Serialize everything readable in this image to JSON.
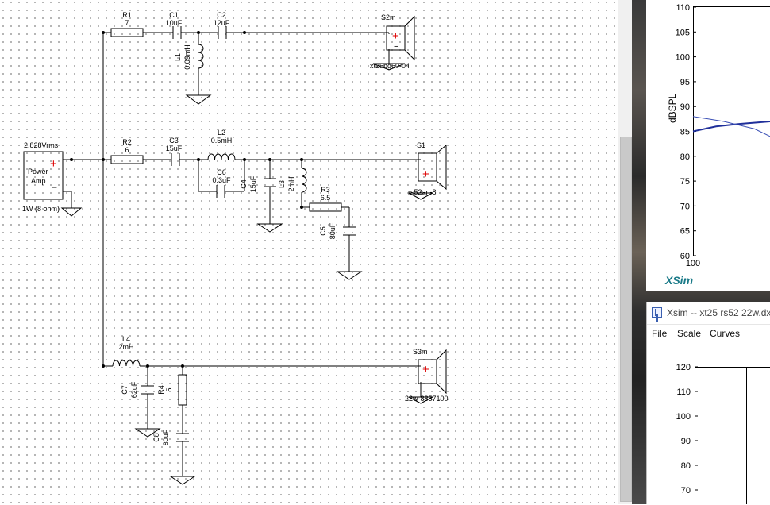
{
  "schematic": {
    "source": {
      "voltage": "2.828Vrms",
      "label_line1": "Power",
      "label_line2": "Amp.",
      "power_note": "1W (8 ohm)"
    },
    "branch_top": {
      "r1": {
        "name": "R1",
        "value": "7"
      },
      "c1": {
        "name": "C1",
        "value": "10uF"
      },
      "c2": {
        "name": "C2",
        "value": "12uF"
      },
      "l1": {
        "name": "L1",
        "value": "0.09mH"
      },
      "speaker": {
        "name": "S2m",
        "model": "xt25bg60-04"
      }
    },
    "branch_mid": {
      "r2": {
        "name": "R2",
        "value": "6"
      },
      "c3": {
        "name": "C3",
        "value": "15uF"
      },
      "l2": {
        "name": "L2",
        "value": "0.5mH"
      },
      "c6": {
        "name": "C6",
        "value": "0.3uF"
      },
      "c4": {
        "name": "C4",
        "value": "15uF"
      },
      "l3": {
        "name": "L3",
        "value": "2mH"
      },
      "r3": {
        "name": "R3",
        "value": "6.5"
      },
      "c5": {
        "name": "C5",
        "value": "80uF"
      },
      "speaker": {
        "name": "S1",
        "model": "rs52an-8"
      }
    },
    "branch_bottom": {
      "l4": {
        "name": "L4",
        "value": "2mH"
      },
      "c7": {
        "name": "C7",
        "value": "62uF"
      },
      "r4": {
        "name": "R4",
        "value": "5"
      },
      "c8": {
        "name": "C8",
        "value": "80uF"
      },
      "speaker": {
        "name": "S3m",
        "model": "22w-8857100"
      }
    },
    "polarity": {
      "plus": "+",
      "minus": "−"
    }
  },
  "graph1": {
    "ylabel": "dBSPL",
    "ticks": [
      "110",
      "105",
      "100",
      "95",
      "90",
      "85",
      "80",
      "75",
      "70",
      "65",
      "60"
    ],
    "x_tick": "100",
    "ylim": [
      60,
      110
    ],
    "curves": [
      {
        "color": "#1f2f9a",
        "points": [
          [
            0,
            85.0
          ],
          [
            0.3,
            86.0
          ],
          [
            0.6,
            86.5
          ],
          [
            1.0,
            87.0
          ]
        ]
      },
      {
        "color": "#3a4fb5",
        "points": [
          [
            0,
            88.0
          ],
          [
            0.4,
            87.0
          ],
          [
            0.8,
            85.5
          ],
          [
            1.0,
            84.0
          ]
        ]
      }
    ]
  },
  "brand": "XSim",
  "window2": {
    "title": "Xsim -- xt25 rs52 22w.dx",
    "menu": [
      "File",
      "Scale",
      "Curves"
    ],
    "ticks": [
      "120",
      "110",
      "100",
      "90",
      "80",
      "70"
    ]
  },
  "colors": {
    "wire": "#000000",
    "plus_sign": "#dd0000",
    "curve1": "#1f2f9a",
    "curve2": "#3a4fb5",
    "brand": "#1a7a88"
  }
}
